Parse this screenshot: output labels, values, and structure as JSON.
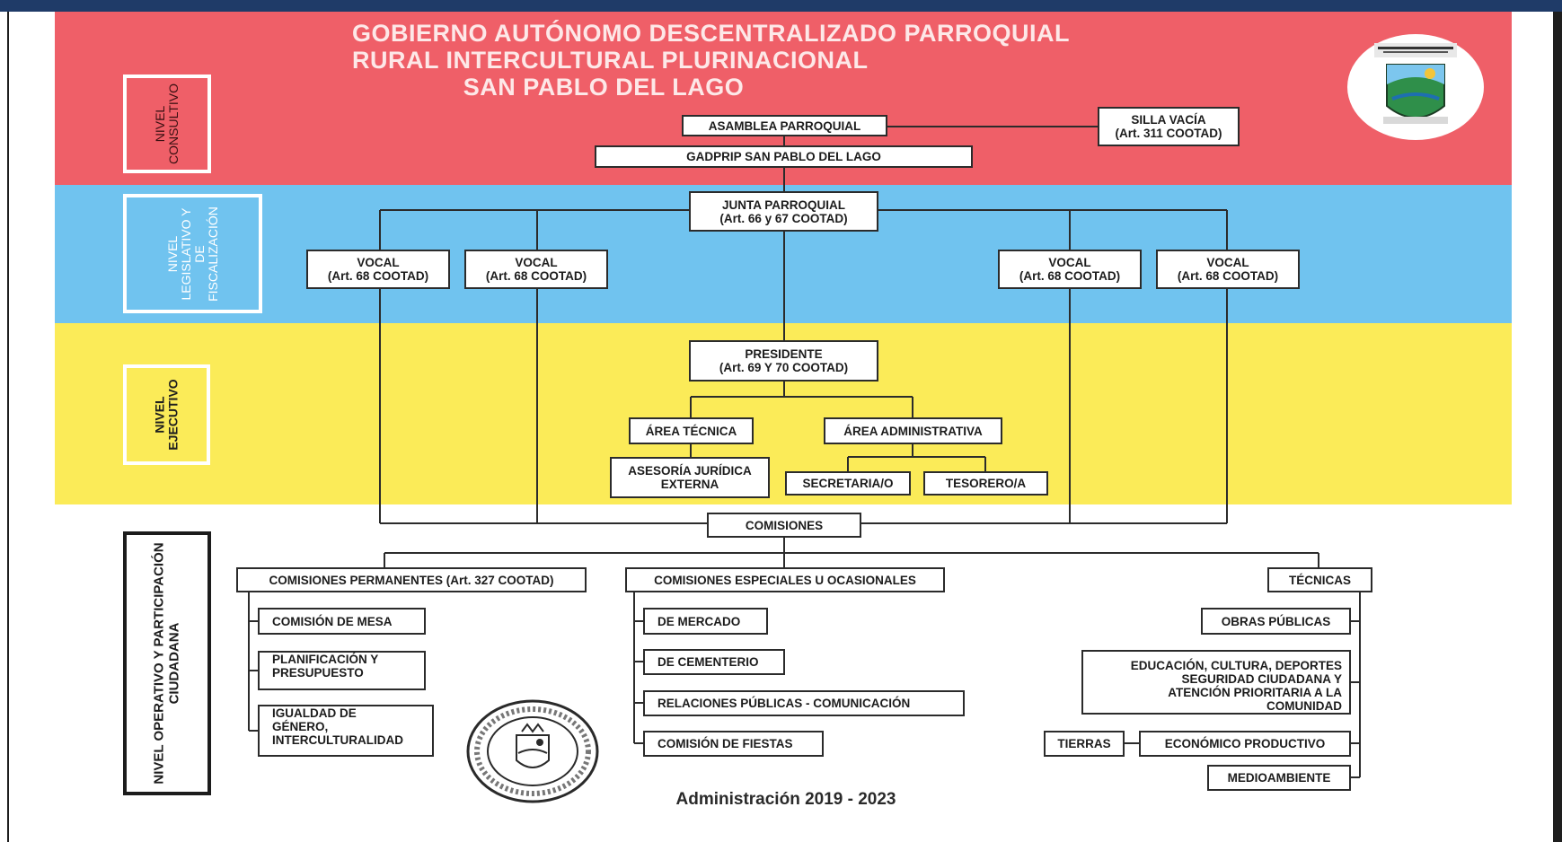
{
  "title": {
    "line1": "GOBIERNO AUTÓNOMO DESCENTRALIZADO PARROQUIAL",
    "line2": "RURAL INTERCULTURAL PLURINACIONAL",
    "line3": "SAN PABLO DEL LAGO"
  },
  "levels": {
    "consultivo": "NIVEL\nCONSULTIVO",
    "legislativo": "NIVEL\nLEGISLATIVO Y\nDE\nFISCALIZACIÓN",
    "ejecutivo": "NIVEL\nEJECUTIVO",
    "operativo": "NIVEL OPERATIVO Y PARTICIPACIÓN\nCIUDADANA"
  },
  "boxes": {
    "asamblea": "ASAMBLEA PARROQUIAL",
    "silla_vacia": "SILLA VACÍA\n(Art. 311 COOTAD)",
    "gadprip": "GADPRIP SAN PABLO DEL LAGO",
    "junta": "JUNTA PARROQUIAL\n(Art. 66 y 67 COOTAD)",
    "vocal_1": "VOCAL\n(Art. 68 COOTAD)",
    "vocal_2": "VOCAL\n(Art. 68 COOTAD)",
    "vocal_3": "VOCAL\n(Art. 68 COOTAD)",
    "vocal_4": "VOCAL\n(Art. 68 COOTAD)",
    "presidente": "PRESIDENTE\n(Art. 69 Y 70 COOTAD)",
    "area_tecnica": "ÁREA TÉCNICA",
    "area_administrativa": "ÁREA ADMINISTRATIVA",
    "asesoria": "ASESORÍA JURÍDICA\nEXTERNA",
    "secretaria": "SECRETARIA/O",
    "tesorero": "TESORERO/A",
    "comisiones": "COMISIONES",
    "permanentes": "COMISIONES PERMANENTES (Art. 327 COOTAD)",
    "especiales": "COMISIONES ESPECIALES U OCASIONALES",
    "tecnicas": "TÉCNICAS",
    "mesa": "COMISIÓN DE MESA",
    "planificacion": "PLANIFICACIÓN Y\nPRESUPUESTO",
    "igualdad": "IGUALDAD DE\nGÉNERO,\nINTERCULTURALIDAD",
    "mercado": "DE MERCADO",
    "cementerio": "DE CEMENTERIO",
    "relaciones": "RELACIONES PÚBLICAS - COMUNICACIÓN",
    "fiestas": "COMISIÓN DE FIESTAS",
    "obras": "OBRAS PÚBLICAS",
    "educacion": "EDUCACIÓN, CULTURA, DEPORTES\nSEGURIDAD CIUDADANA Y\nATENCIÓN PRIORITARIA A LA\nCOMUNIDAD",
    "tierras": "TIERRAS",
    "economico": "ECONÓMICO PRODUCTIVO",
    "medioambiente": "MEDIOAMBIENTE"
  },
  "footer": "Administración 2019 - 2023",
  "colors": {
    "consultivo_band": "#ef5f68",
    "legislativo_band": "#70c3ef",
    "ejecutivo_band": "#fbeb58",
    "title_text": "#fde8e8",
    "frame": "#1f3b68"
  },
  "icons": {
    "top_seal": "parish-emblem-icon",
    "bottom_seal": "official-stamp-icon"
  }
}
